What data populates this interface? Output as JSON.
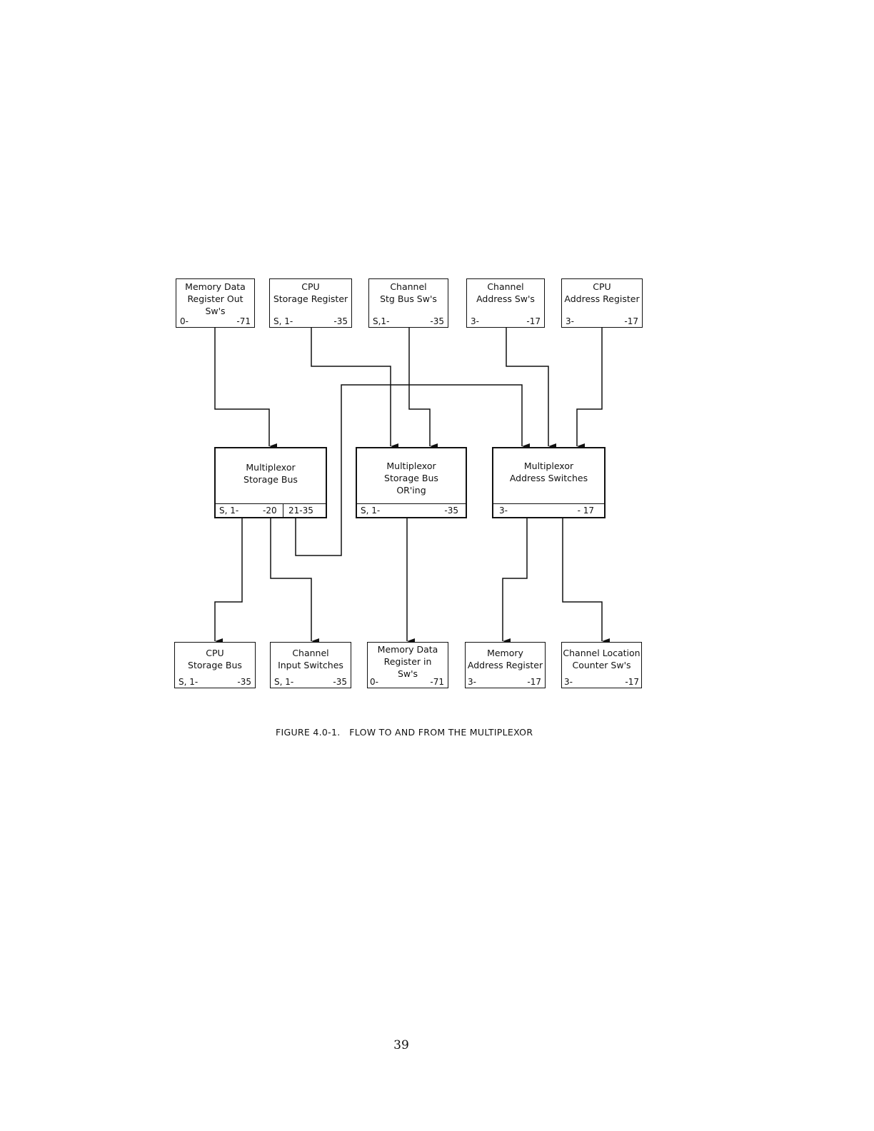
{
  "sources": [
    {
      "label": "Memory Data\nRegister Out\nSw's",
      "range_start": "0-",
      "range_end": "-71"
    },
    {
      "label": "CPU\nStorage Register",
      "range_start": "S, 1-",
      "range_end": "-35"
    },
    {
      "label": "Channel\nStg Bus Sw's",
      "range_start": "S,1-",
      "range_end": "-35"
    },
    {
      "label": "Channel\nAddress Sw's",
      "range_start": "3-",
      "range_end": "-17"
    },
    {
      "label": "CPU\nAddress Register",
      "range_start": "3-",
      "range_end": "-17"
    }
  ],
  "multiplexors": [
    {
      "label": "Multiplexor\nStorage Bus",
      "range_start": "S, 1-",
      "range_mid": "-20",
      "range_end": "21-35"
    },
    {
      "label": "Multiplexor\nStorage Bus\nOR'ing",
      "range_start": "S, 1-",
      "range_end": "-35"
    },
    {
      "label": "Multiplexor\nAddress Switches",
      "range_start": "3-",
      "range_end": "- 17"
    }
  ],
  "destinations": [
    {
      "label": "CPU\nStorage Bus",
      "range_start": "S, 1-",
      "range_end": "-35"
    },
    {
      "label": "Channel\nInput Switches",
      "range_start": "S, 1-",
      "range_end": "-35"
    },
    {
      "label": "Memory Data\nRegister in\nSw's",
      "range_start": "0-",
      "range_end": "-71"
    },
    {
      "label": "Memory\nAddress Register",
      "range_start": "3-",
      "range_end": "-17"
    },
    {
      "label": "Channel Location\nCounter Sw's",
      "range_start": "3-",
      "range_end": "-17"
    }
  ],
  "caption": "FIGURE 4.0-1.   FLOW TO AND FROM THE MULTIPLEXOR",
  "page_number": "39"
}
